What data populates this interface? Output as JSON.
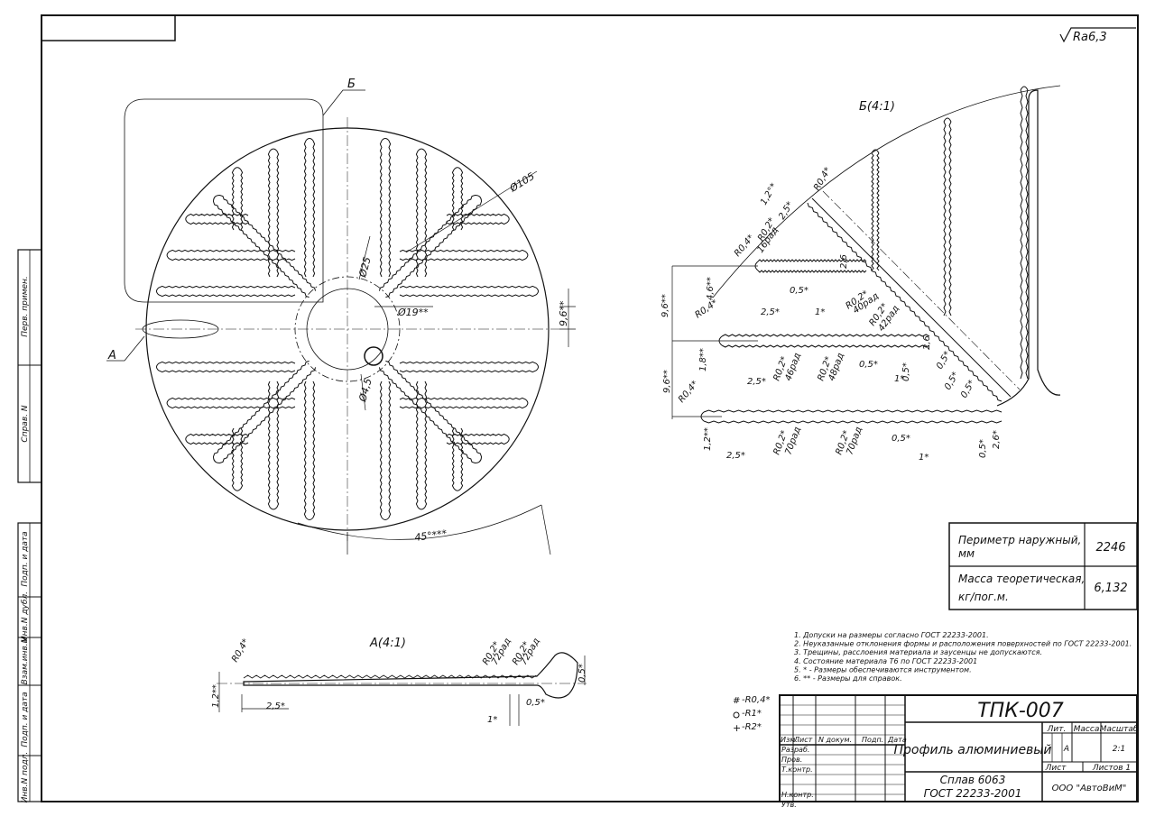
{
  "roughness": "Ra6,3",
  "sections": {
    "b_marker": "Б",
    "a_marker": "А",
    "b_view": "Б(4:1)",
    "a_view": "А(4:1)"
  },
  "main_dims": {
    "d105": "Ø105",
    "d25": "Ø25",
    "d19": "Ø19**",
    "d4_5": "Ø4,5",
    "w9_6": "9,6**",
    "angle": "45°***"
  },
  "b_dims": [
    "1,2°*",
    "2,5*",
    "R0,4*",
    "R0,2*",
    "16рад",
    "R0,4*",
    "4,6**",
    "9,6**",
    "0,5*",
    "2,5*",
    "1*",
    "R0,2*",
    "40рад",
    "R0,2*",
    "42рад",
    "2,6",
    "0,5*",
    "R0,4*",
    "9,6**",
    "1,8**",
    "2,5*",
    "R0,2*",
    "46рад",
    "R0,2*",
    "48рад",
    "0,5*",
    "1*",
    "0,5*",
    "0,5*",
    "0,5*",
    "R0,4*",
    "1,2**",
    "2,5*",
    "R0,2*",
    "70рад",
    "R0,2*",
    "70рад",
    "0,5*",
    "1*",
    "0,5*",
    "2,6*",
    "2,6"
  ],
  "a_dims": [
    "R0,4*",
    "1,2**",
    "2,5*",
    "R0,2*",
    "72рад",
    "R0,2*",
    "72рад",
    "0,5*",
    "1*",
    "0,5*"
  ],
  "side_stamps": [
    "Перв. примен.",
    "Справ. N",
    "Подп. и дата",
    "Инв.N дубл.",
    "Взам.инв.N",
    "Подп. и дата",
    "Инв.N подл."
  ],
  "props_table": [
    {
      "label": "Периметр наружный, мм",
      "value": "2246"
    },
    {
      "label": "Масса теоретическая, кг/пог.м.",
      "value": "6,132"
    }
  ],
  "notes": [
    "1. Допуски на размеры согласно ГОСТ 22233-2001.",
    "2. Неуказанные отклонения формы и расположения поверхностей по ГОСТ 22233-2001.",
    "3. Трещины, расслоения материала и заусенцы не допускаются.",
    "4. Состояние материала Т6 по ГОСТ 22233-2001",
    "5. * - Размеры обеспечиваются инструментом.",
    "6. ** - Размеры для справок."
  ],
  "legend": [
    "-R0,4*",
    "-R1*",
    "-R2*"
  ],
  "title_block": {
    "designation": "ТПК-007",
    "name": "Профиль алюминиевый",
    "material": "Сплав 6063",
    "material_std": "ГОСТ 22233-2001",
    "company": "ООО \"АвтоВиМ\"",
    "col_lit": "Лит.",
    "col_mass": "Масса",
    "col_scale": "Масштаб",
    "lit": "А",
    "scale": "2:1",
    "sheet": "Лист",
    "sheets": "Листов 1",
    "hdr": [
      "Изм.",
      "Лист",
      "N докум.",
      "Подп.",
      "Дата"
    ],
    "rows": [
      "Разраб.",
      "Пров.",
      "Т.контр.",
      "",
      "Н.контр.",
      "Утв."
    ]
  }
}
